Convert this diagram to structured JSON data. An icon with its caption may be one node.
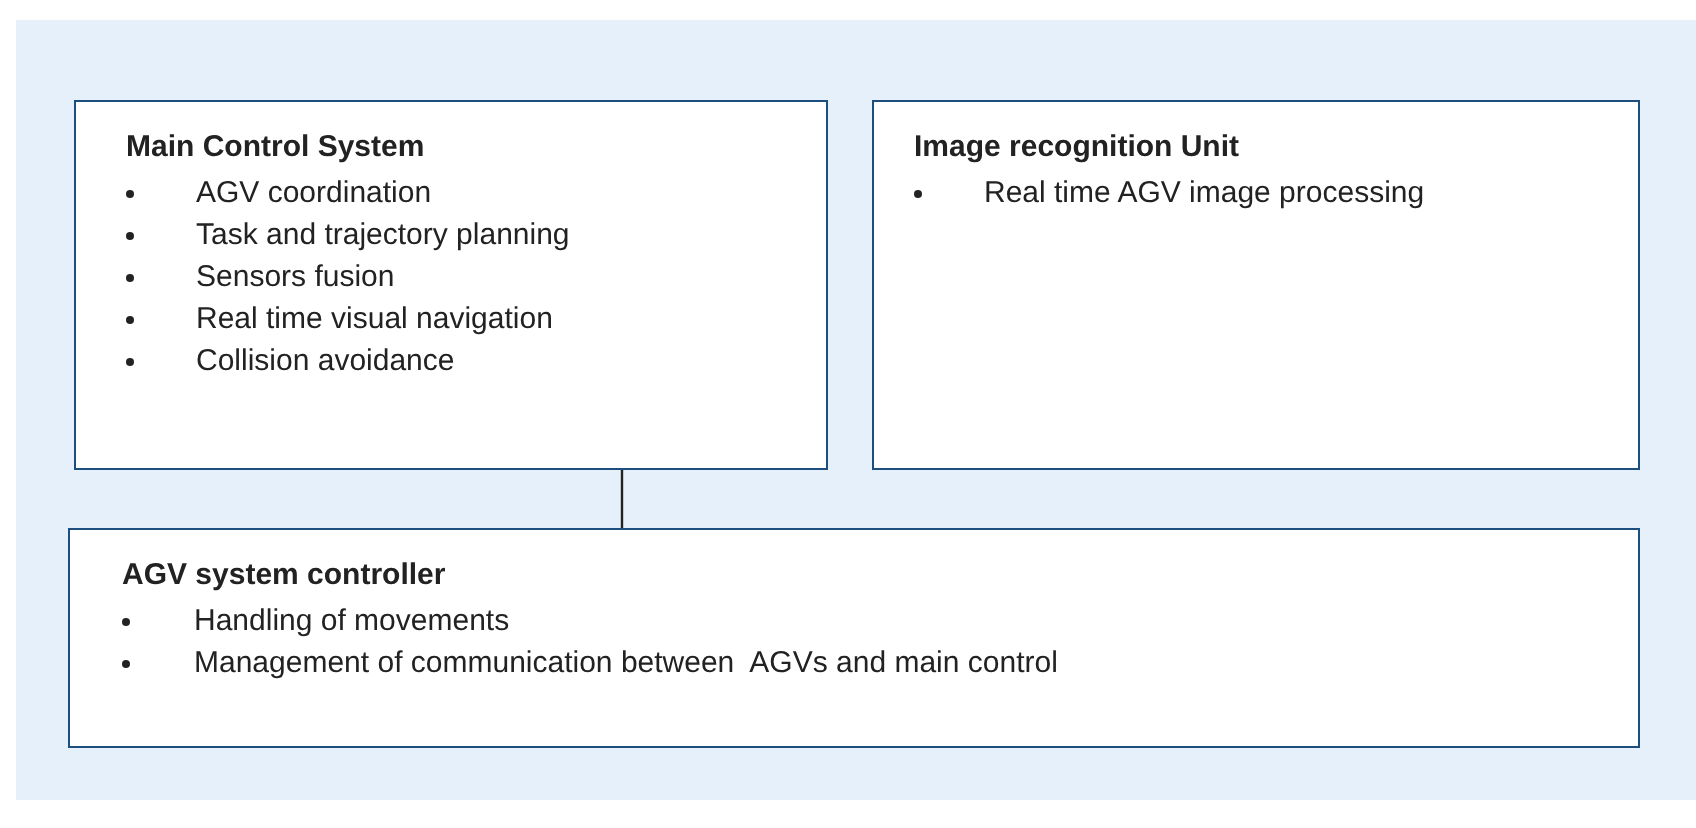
{
  "diagram": {
    "nodes": [
      {
        "text": [
          "Main Control System",
          "AGV coordination",
          "Task and trajectory planning",
          "Sensors fusion",
          "Real time visual navigation",
          "Collision avoidance"
        ]
      },
      {
        "text": [
          "Image recognition Unit",
          "Real time AGV image processing"
        ]
      },
      {
        "text": [
          "AGV system controller",
          "Handling of movements",
          "Management of communication between  AGVs and main control"
        ]
      }
    ],
    "edges": [
      {
        "from": 0,
        "to": 2,
        "arrow": "none"
      }
    ]
  }
}
